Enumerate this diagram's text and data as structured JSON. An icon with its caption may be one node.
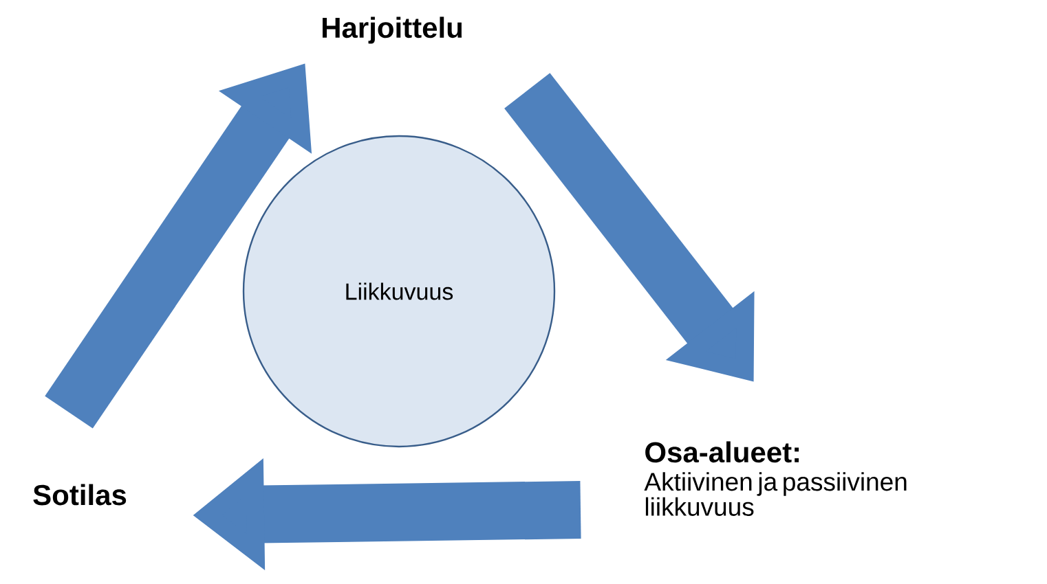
{
  "diagram": {
    "nodes": [
      {
        "text": [
          "Harjoittelu"
        ]
      },
      {
        "text": [
          "Liikkuvuus"
        ]
      },
      {
        "text": [
          "Osa-alueet:",
          "Aktiivinen ja passiivinen liikkuvuus"
        ]
      },
      {
        "text": [
          "Sotilas"
        ]
      }
    ],
    "edges": [
      {
        "from": 3,
        "to": 0,
        "arrow": "to"
      },
      {
        "from": 0,
        "to": 2,
        "arrow": "to"
      },
      {
        "from": 2,
        "to": 3,
        "arrow": "to"
      }
    ]
  }
}
